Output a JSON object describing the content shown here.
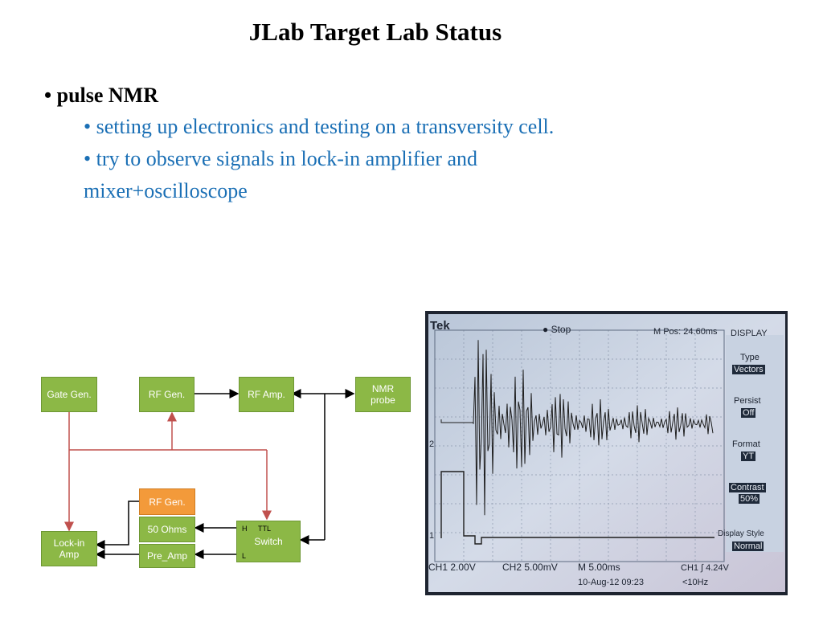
{
  "slide": {
    "title": "JLab Target Lab Status",
    "bullet": "• pulse NMR",
    "sub_items": [
      "• setting up electronics and testing on a transversity cell.",
      "• try to observe signals in lock-in amplifier and",
      "mixer+oscilloscope"
    ]
  },
  "diagram": {
    "blocks": {
      "gate_gen": "Gate Gen.",
      "rf_gen": "RF Gen.",
      "rf_amp": "RF Amp.",
      "nmr_probe_1": "NMR",
      "nmr_probe_2": "probe",
      "rf_gen2": "RF Gen.",
      "ohms": "50 Ohms",
      "pre_amp": "Pre_Amp",
      "lockin_1": "Lock-in",
      "lockin_2": "Amp",
      "switch": "Switch",
      "switch_h": "H",
      "switch_ttl": "TTL",
      "switch_l": "L"
    },
    "colors": {
      "block": "#8cb846",
      "rf_gen2": "#f39a3a",
      "gate_line": "#c0504d",
      "signal_line": "#000000"
    }
  },
  "scope": {
    "brand": "Tek",
    "status": "Stop",
    "mpos": "M Pos: 24.60ms",
    "menu_title": "DISPLAY",
    "menu": [
      {
        "label": "Type",
        "value": "Vectors"
      },
      {
        "label": "Persist",
        "value": "Off"
      },
      {
        "label": "Format",
        "value": "YT"
      },
      {
        "label": "Contrast",
        "value": "50%"
      },
      {
        "label": "Display Style",
        "value": "Normal"
      }
    ],
    "marker_2": "2",
    "marker_1": "1",
    "ch1": "CH1  2.00V",
    "ch2": "CH2  5.00mV",
    "timebase": "M 5.00ms",
    "trigger": "CH1  ∫  4.24V",
    "date": "10-Aug-12 09:23",
    "freq": "<10Hz"
  }
}
